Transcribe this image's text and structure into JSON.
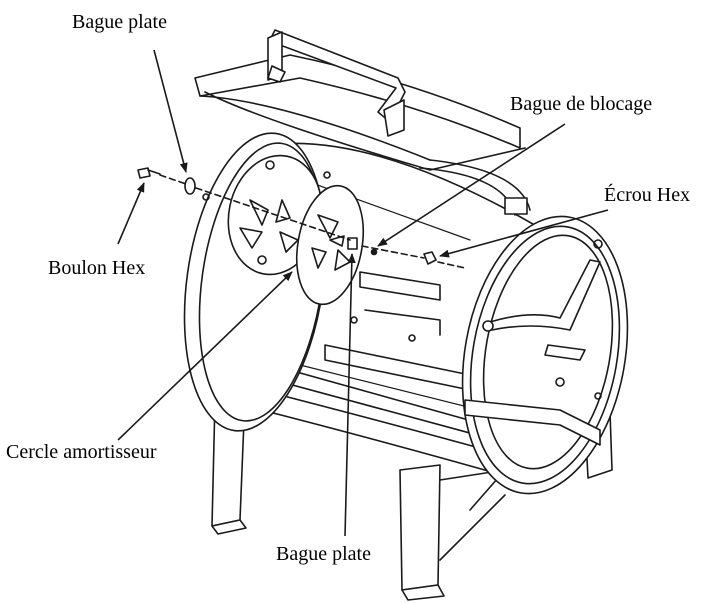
{
  "labels": {
    "bague_plate_top": "Bague plate",
    "bague_de_blocage": "Bague de blocage",
    "ecrou_hex": "Écrou Hex",
    "boulon_hex": "Boulon Hex",
    "cercle_amortisseur": "Cercle amortisseur",
    "bague_plate_bottom": "Bague plate"
  },
  "colors": {
    "line": "#1a1a1a",
    "fill": "#ffffff",
    "shade": "#cfcfcf"
  }
}
